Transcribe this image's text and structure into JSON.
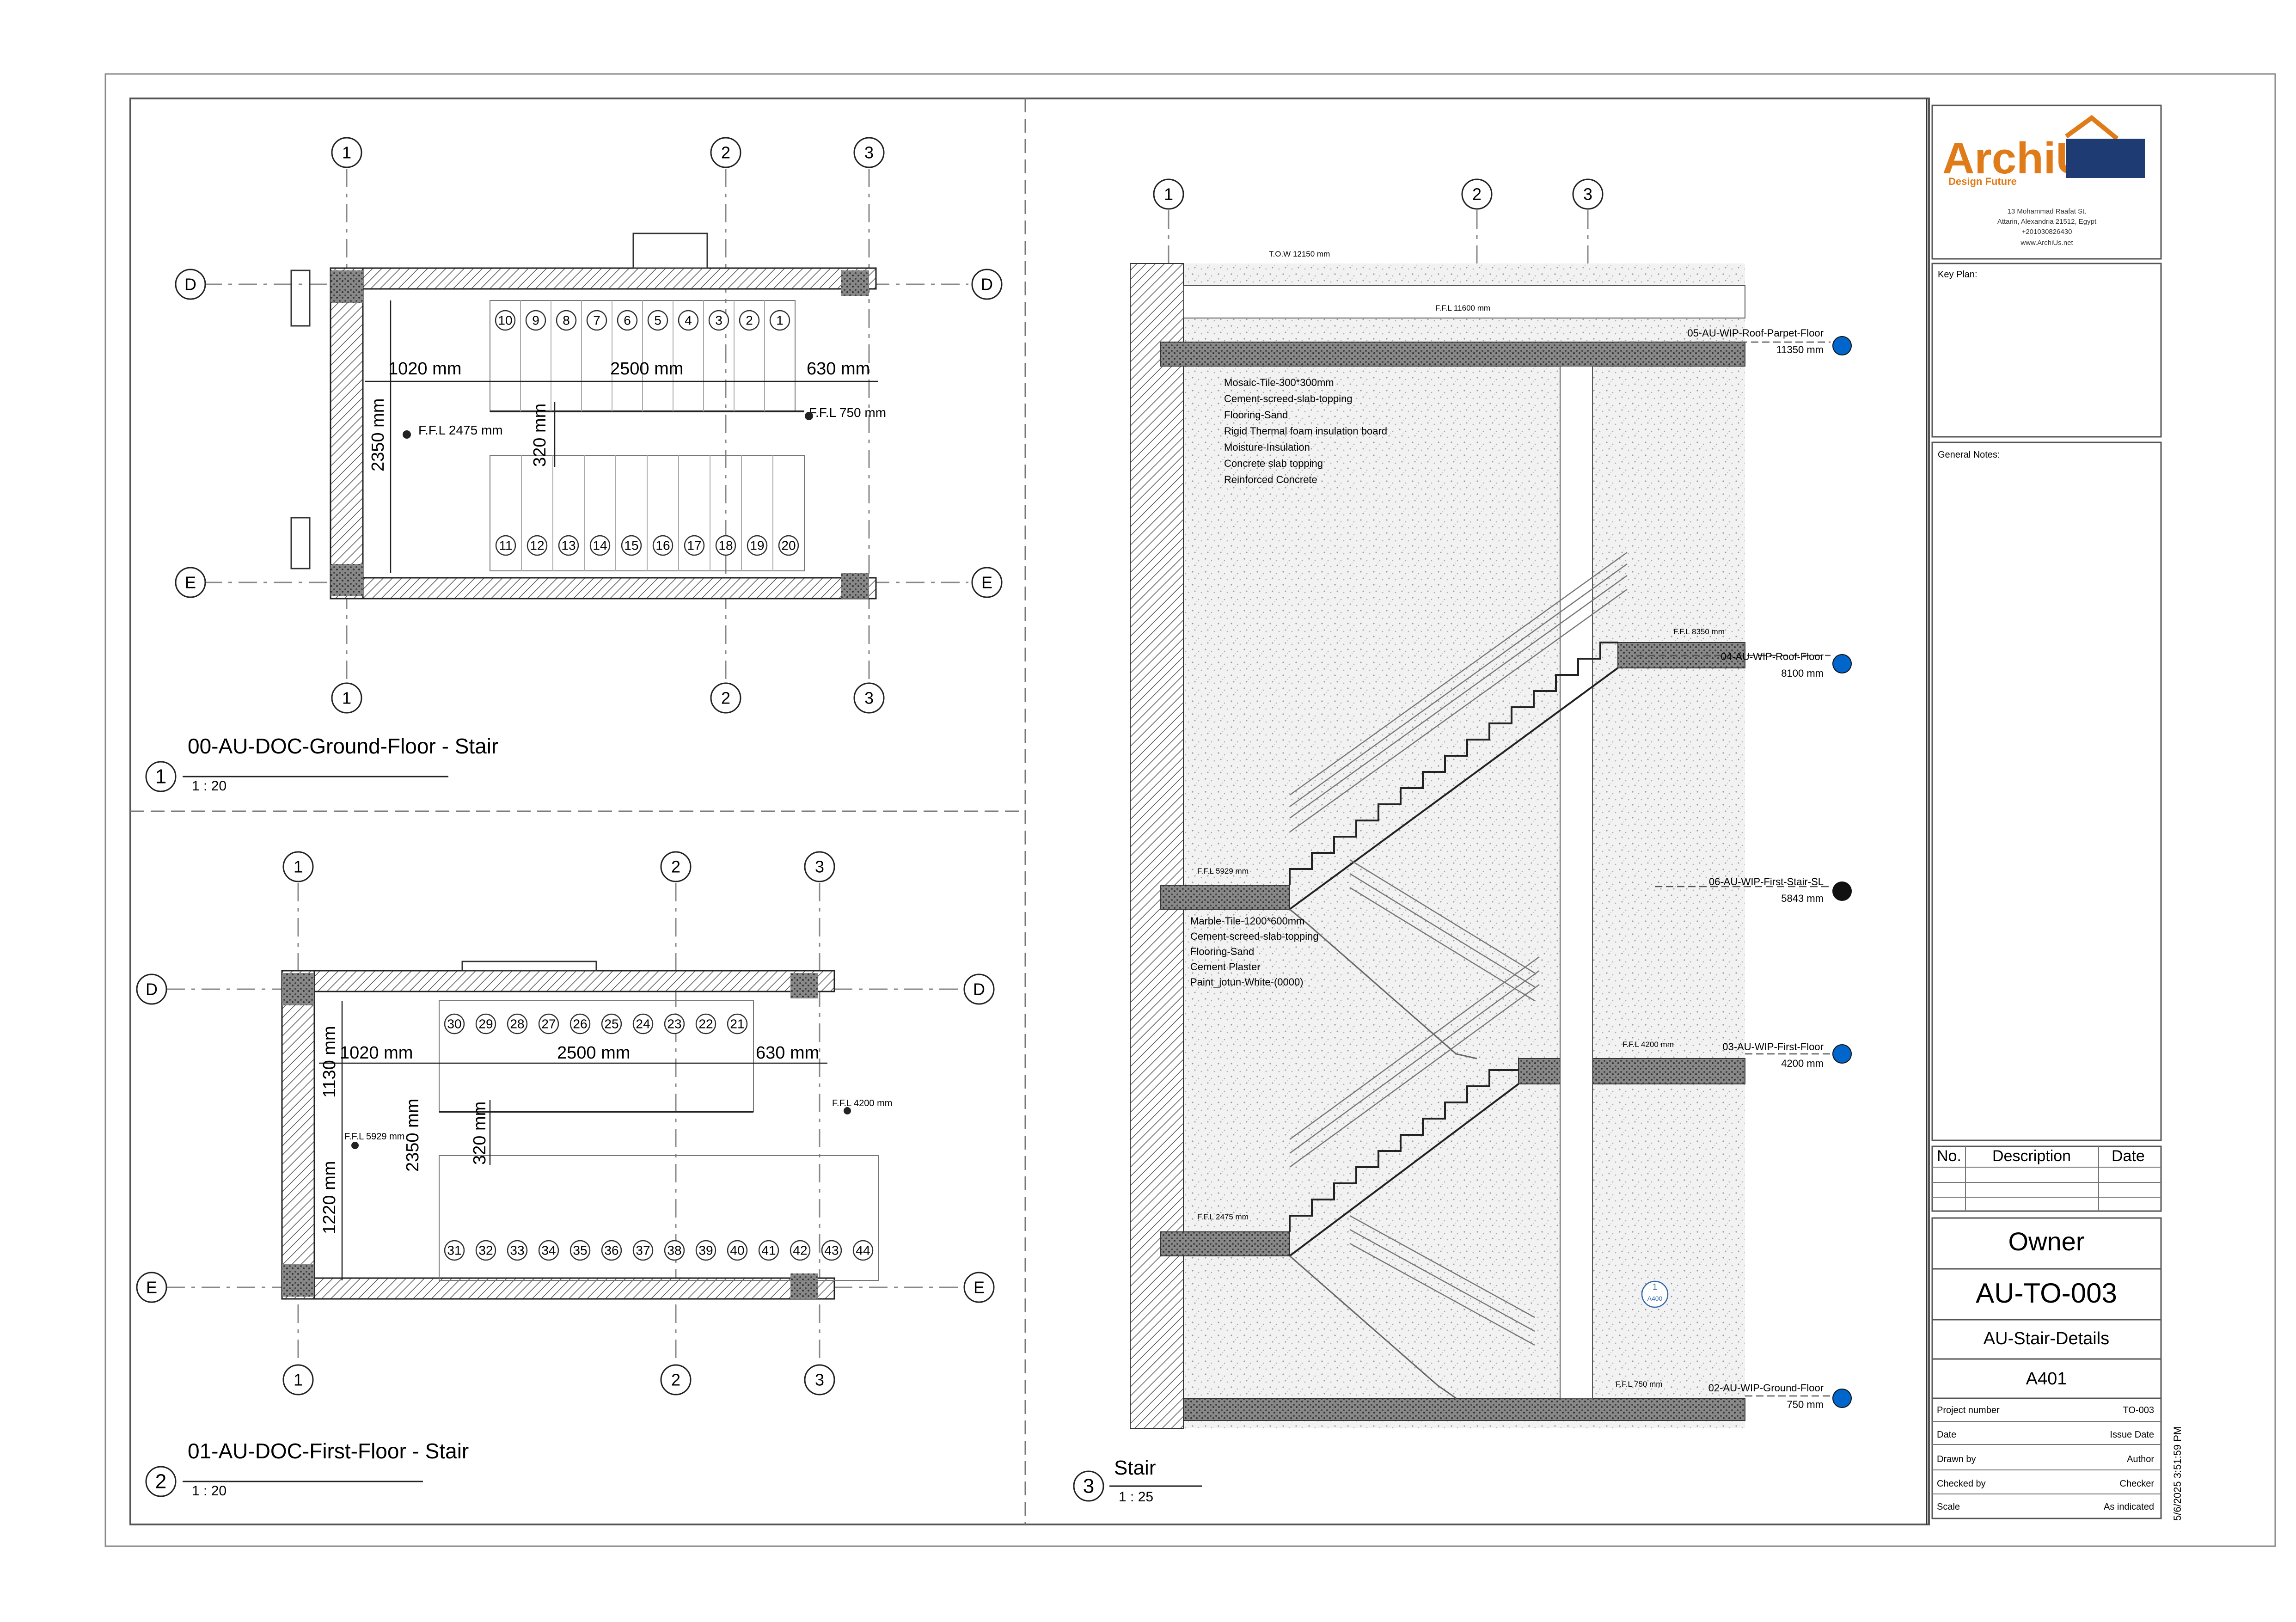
{
  "logo": {
    "brand": "ArchiUs",
    "tagline": "Design Future"
  },
  "office": {
    "lines": [
      "13 Mohammad Raafat St.",
      "Attarin, Alexandria 21512, Egypt",
      "+201030826430",
      "www.ArchiUs.net"
    ]
  },
  "panels": {
    "key_plan": "Key Plan:",
    "general_notes": "General Notes:"
  },
  "revisions": {
    "headers": [
      "No.",
      "Description",
      "Date"
    ]
  },
  "titleblock": {
    "owner": "Owner",
    "project_code": "AU-TO-003",
    "sheet_name": "AU-Stair-Details",
    "sheet_number": "A401",
    "fields": [
      {
        "label": "Project number",
        "value": "TO-003"
      },
      {
        "label": "Date",
        "value": "Issue Date"
      },
      {
        "label": "Drawn by",
        "value": "Author"
      },
      {
        "label": "Checked by",
        "value": "Checker"
      },
      {
        "label": "Scale",
        "value": "As indicated"
      }
    ],
    "timestamp": "5/6/2025 3:51:59 PM"
  },
  "views": [
    {
      "number": "1",
      "title": "00-AU-DOC-Ground-Floor - Stair",
      "scale": "1 : 20"
    },
    {
      "number": "2",
      "title": "01-AU-DOC-First-Floor - Stair",
      "scale": "1 : 20"
    },
    {
      "number": "3",
      "title": "Stair",
      "scale": "1 : 25"
    }
  ],
  "grids": {
    "columns": [
      "1",
      "2",
      "3"
    ],
    "rows": [
      "D",
      "E"
    ]
  },
  "plan1": {
    "dims": [
      "1020 mm",
      "2500 mm",
      "630 mm",
      "2350 mm",
      "320 mm"
    ],
    "levels": [
      "F.F.L 2475 mm",
      "F.F.L 750 mm"
    ],
    "treads_top": [
      "10",
      "9",
      "8",
      "7",
      "6",
      "5",
      "4",
      "3",
      "2",
      "1"
    ],
    "treads_bottom": [
      "11",
      "12",
      "13",
      "14",
      "15",
      "16",
      "17",
      "18",
      "19",
      "20"
    ]
  },
  "plan2": {
    "dims": [
      "1020 mm",
      "2500 mm",
      "630 mm",
      "1130 mm",
      "1220 mm",
      "2350 mm",
      "320 mm"
    ],
    "levels": [
      "F.F.L 5929 mm",
      "F.F.L 4200 mm"
    ],
    "treads_top": [
      "30",
      "29",
      "28",
      "27",
      "26",
      "25",
      "24",
      "23",
      "22",
      "21"
    ],
    "treads_bottom": [
      "31",
      "32",
      "33",
      "34",
      "35",
      "36",
      "37",
      "38",
      "39",
      "40",
      "41",
      "42",
      "43",
      "44"
    ]
  },
  "section": {
    "top_marks": [
      "T.O.W 12150 mm",
      "F.F.L 11600 mm"
    ],
    "level_tags": [
      "F.F.L 8350 mm",
      "F.F.L 5929 mm",
      "F.F.L 4200 mm",
      "F.F.L 2475 mm",
      "F.F.L 750 mm"
    ],
    "levels": [
      {
        "name": "05-AU-WIP-Roof-Parpet-Floor",
        "elev": "11350 mm"
      },
      {
        "name": "04-AU-WIP-Roof-Floor",
        "elev": "8100 mm"
      },
      {
        "name": "06-AU-WIP-First-Stair-SL",
        "elev": "5843 mm"
      },
      {
        "name": "03-AU-WIP-First-Floor",
        "elev": "4200 mm"
      },
      {
        "name": "02-AU-WIP-Ground-Floor",
        "elev": "750 mm"
      }
    ],
    "roof_layers": [
      "Mosaic-Tile-300*300mm",
      "Cement-screed-slab-topping",
      "Flooring-Sand",
      "Rigid Thermal foam insulation board",
      "Moisture-Insulation",
      "Concrete slab topping",
      "Reinforced Concrete"
    ],
    "landing_layers": [
      "Marble-Tile-1200*600mm",
      "Cement-screed-slab-topping",
      "Flooring-Sand",
      "Cement Plaster",
      "Paint_jotun-White-(0000)"
    ],
    "callout": {
      "number": "1",
      "sheet": "A400"
    }
  }
}
